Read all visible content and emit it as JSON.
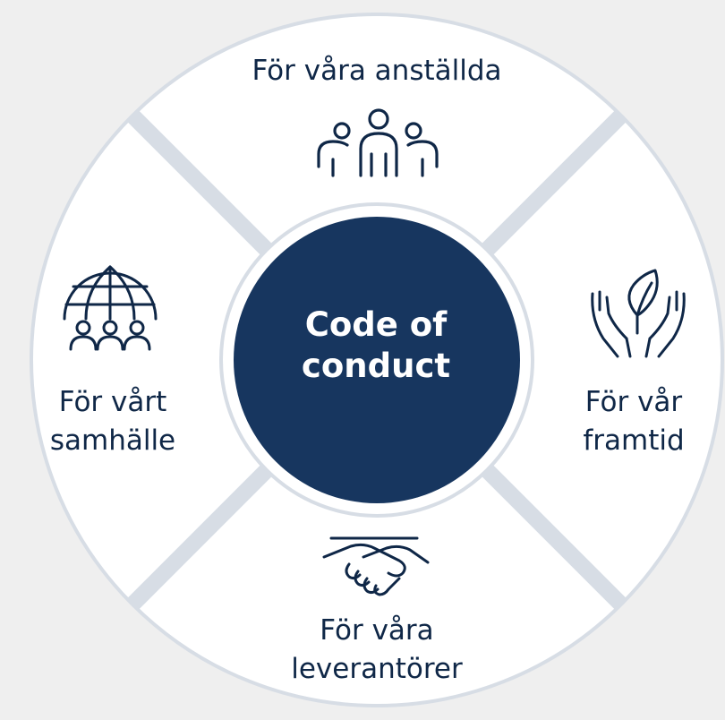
{
  "center": {
    "title_line1": "Code of",
    "title_line2": "conduct"
  },
  "segments": {
    "top": {
      "label": "För våra anställda",
      "icon": "people-group-icon"
    },
    "left": {
      "line1": "För vårt",
      "line2": "samhälle",
      "icon": "globe-community-icon"
    },
    "right": {
      "line1": "För vår",
      "line2": "framtid",
      "icon": "hands-plant-icon"
    },
    "bottom": {
      "line1": "För våra",
      "line2": "leverantörer",
      "icon": "handshake-icon"
    }
  },
  "colors": {
    "background": "#efefef",
    "ring": "#ffffff",
    "divider": "#d7dde5",
    "center": "#17365f",
    "icon": "#0f2747"
  }
}
